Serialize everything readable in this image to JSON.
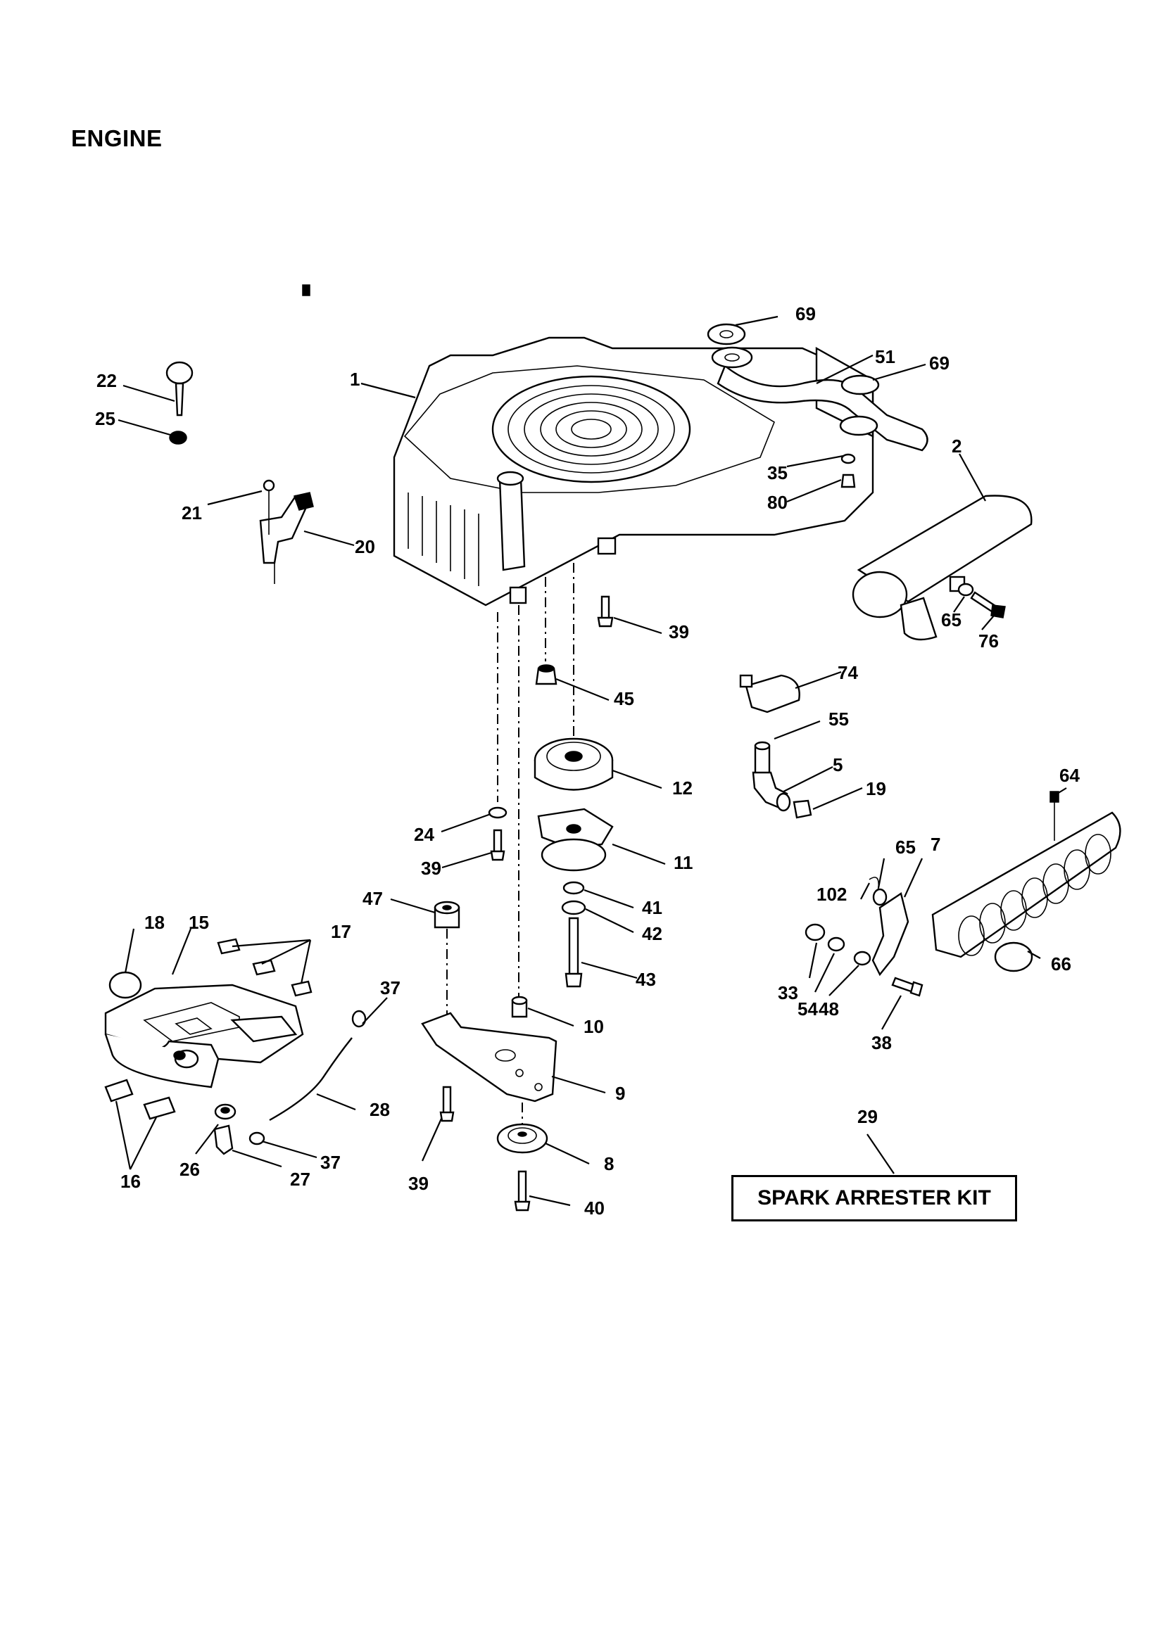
{
  "page": {
    "title": "ENGINE"
  },
  "kit": {
    "ref": "29",
    "label": "SPARK ARRESTER KIT"
  },
  "labels": {
    "n1": "1",
    "n2": "2",
    "n5": "5",
    "n7": "7",
    "n8": "8",
    "n9": "9",
    "n10": "10",
    "n11": "11",
    "n12": "12",
    "n15": "15",
    "n16": "16",
    "n17": "17",
    "n18": "18",
    "n19": "19",
    "n20": "20",
    "n21": "21",
    "n22": "22",
    "n24": "24",
    "n25": "25",
    "n26": "26",
    "n27": "27",
    "n28": "28",
    "n33": "33",
    "n35": "35",
    "n37a": "37",
    "n37b": "37",
    "n38": "38",
    "n39a": "39",
    "n39b": "39",
    "n39c": "39",
    "n40": "40",
    "n41": "41",
    "n42": "42",
    "n43": "43",
    "n45": "45",
    "n47": "47",
    "n48": "48",
    "n51": "51",
    "n54": "54",
    "n55": "55",
    "n64": "64",
    "n65a": "65",
    "n65b": "65",
    "n66": "66",
    "n69a": "69",
    "n69b": "69",
    "n74": "74",
    "n76": "76",
    "n80": "80",
    "n102": "102"
  }
}
